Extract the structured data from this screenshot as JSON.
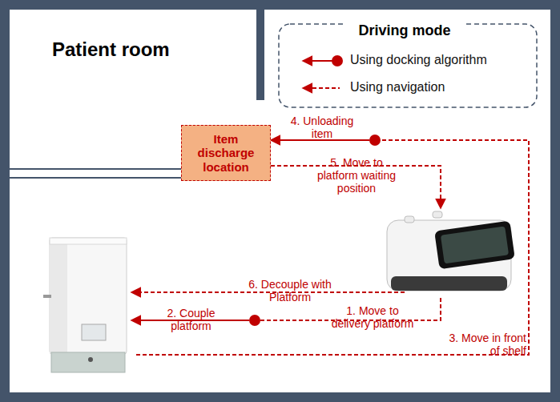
{
  "diagram": {
    "nodes": [
      {
        "text": [
          "Item discharge location"
        ]
      }
    ],
    "labels": [
      "Patient room",
      "Driving mode",
      "4. Unloading item",
      "5. Move to platform waiting position",
      "6. Decouple with Platform",
      "2. Couple platform",
      "1. Move to delivery platform",
      "3. Move in front of shelf"
    ],
    "legend": [
      {
        "text": "Using docking algorithm"
      },
      {
        "text": "Using navigation"
      }
    ]
  }
}
